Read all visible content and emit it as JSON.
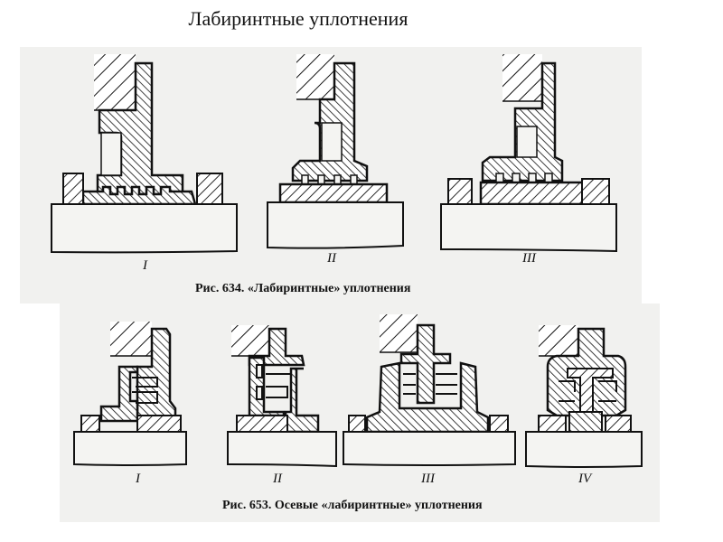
{
  "slide": {
    "title": "Лабиринтные уплотнения"
  },
  "figures": [
    {
      "id": "fig-634",
      "caption": "Рис. 634. «Лабиринтные» уплотнения",
      "variants": [
        {
          "label": "I",
          "description": "Radial labyrinth seal with rectangular grooves on sleeve"
        },
        {
          "label": "II",
          "description": "Radial labyrinth seal with square ridges on housing"
        },
        {
          "label": "III",
          "description": "Radial labyrinth seal with ridges between collars"
        }
      ]
    },
    {
      "id": "fig-653",
      "caption": "Рис. 653. Осевые «лабиринтные» уплотнения",
      "variants": [
        {
          "label": "I",
          "description": "Axial labyrinth seal, one-sided"
        },
        {
          "label": "II",
          "description": "Axial labyrinth seal, reversed"
        },
        {
          "label": "III",
          "description": "Axial labyrinth seal, symmetric two-sided"
        },
        {
          "label": "IV",
          "description": "Axial labyrinth seal, symmetric enclosed"
        }
      ]
    }
  ]
}
